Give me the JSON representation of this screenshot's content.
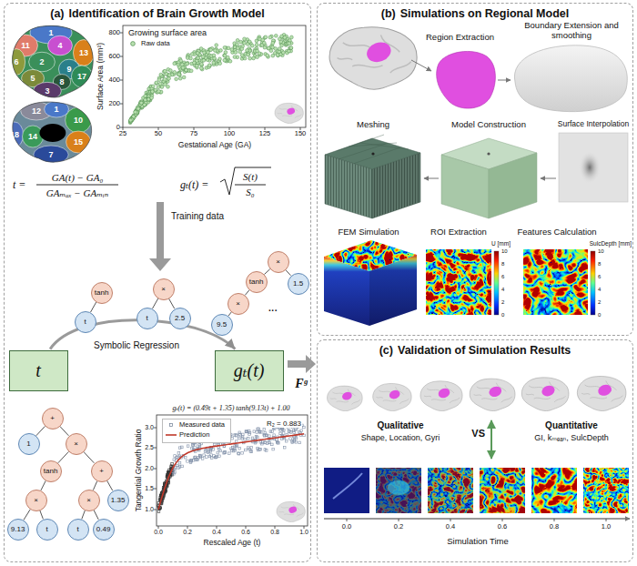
{
  "diagram": {
    "nodes": [
      {
        "text": [
          "(a)",
          "Identification of Brain Growth Model"
        ]
      },
      {
        "text": [
          "tanh"
        ],
        "in": 0
      },
      {
        "text": [
          "t"
        ],
        "in": 0
      },
      {
        "text": [
          "×"
        ],
        "in": 0
      },
      {
        "text": [
          "t"
        ],
        "in": 0
      },
      {
        "text": [
          "2.5"
        ],
        "in": 0
      },
      {
        "text": [
          "×"
        ],
        "in": 0
      },
      {
        "text": [
          "tanh"
        ],
        "in": 0
      },
      {
        "text": [
          "1.5"
        ],
        "in": 0
      },
      {
        "text": [
          "×"
        ],
        "in": 0
      },
      {
        "text": [
          "9.5"
        ],
        "in": 0
      },
      {
        "text": [
          "t"
        ],
        "in": 0
      },
      {
        "text": [
          "gₜ(t)"
        ],
        "in": 0
      },
      {
        "text": [
          "+"
        ],
        "in": 0
      },
      {
        "text": [
          "1"
        ],
        "in": 0
      },
      {
        "text": [
          "×"
        ],
        "in": 0
      },
      {
        "text": [
          "tanh"
        ],
        "in": 0
      },
      {
        "text": [
          "+"
        ],
        "in": 0
      },
      {
        "text": [
          "×"
        ],
        "in": 0
      },
      {
        "text": [
          "×"
        ],
        "in": 0
      },
      {
        "text": [
          "1.35"
        ],
        "in": 0
      },
      {
        "text": [
          "9.13"
        ],
        "in": 0
      },
      {
        "text": [
          "t"
        ],
        "in": 0
      },
      {
        "text": [
          "t"
        ],
        "in": 0
      },
      {
        "text": [
          "0.49"
        ],
        "in": 0
      },
      {
        "text": [
          "(b)",
          "Simulations on Regional Model"
        ]
      },
      {
        "text": [
          "(c)",
          "Validation of Simulation Results"
        ]
      }
    ],
    "edges": [
      {
        "from": 1,
        "to": 2,
        "arrow": "none"
      },
      {
        "from": 3,
        "to": 4,
        "arrow": "none"
      },
      {
        "from": 3,
        "to": 5,
        "arrow": "none"
      },
      {
        "from": 6,
        "to": 7,
        "arrow": "none"
      },
      {
        "from": 6,
        "to": 8,
        "arrow": "none"
      },
      {
        "from": 7,
        "to": 9,
        "arrow": "none"
      },
      {
        "from": 9,
        "to": 10,
        "arrow": "none"
      },
      {
        "from": 11,
        "to": 12,
        "arrow": "to"
      },
      {
        "from": 13,
        "to": 14,
        "arrow": "none"
      },
      {
        "from": 13,
        "to": 15,
        "arrow": "none"
      },
      {
        "from": 15,
        "to": 16,
        "arrow": "none"
      },
      {
        "from": 15,
        "to": 17,
        "arrow": "none"
      },
      {
        "from": 16,
        "to": 18,
        "arrow": "none"
      },
      {
        "from": 17,
        "to": 19,
        "arrow": "none"
      },
      {
        "from": 17,
        "to": 20,
        "arrow": "none"
      },
      {
        "from": 18,
        "to": 21,
        "arrow": "none"
      },
      {
        "from": 18,
        "to": 22,
        "arrow": "none"
      },
      {
        "from": 19,
        "to": 23,
        "arrow": "none"
      },
      {
        "from": 19,
        "to": 24,
        "arrow": "none"
      }
    ],
    "labels": [
      "1",
      "11",
      "4",
      "13",
      "6",
      "2",
      "9",
      "8",
      "5",
      "3",
      "17",
      "12",
      "1",
      "10",
      "18",
      "14",
      "15",
      "7",
      "Growing surface area",
      "Surface Area (mm²)",
      "Gestational Age (GA)",
      "0",
      "200",
      "400",
      "600",
      "800",
      "25",
      "50",
      "75",
      "100",
      "125",
      "150",
      "t =",
      "GA(t) − GA₀",
      "GAₘₐₓ − GAₘᵢₙ",
      "gₜ(t) =",
      "S(t)",
      "S₀",
      "Training data",
      "Symbolic Regression",
      "···",
      "Fᵍ",
      "gₜ(t) = (0.49t + 1.35) tanh(9.13t) + 1.00",
      "R₂ = 0.883",
      "Tangential Growth Ratio",
      "Rescaled Age (t)",
      "1.0",
      "1.5",
      "2.0",
      "2.5",
      "3.0",
      "0.0",
      "0.2",
      "0.4",
      "0.6",
      "0.8",
      "1.0",
      "Region Extraction",
      "Boundary Extension and smoothing",
      "Meshing",
      "Model Construction",
      "Surface Interpolation",
      "FEM Simulation",
      "ROI Extraction",
      "Features Calculation",
      "U [mm]",
      "10",
      "8",
      "6",
      "4",
      "2",
      "0",
      "SulcDepth [mm]",
      "10",
      "8",
      "6",
      "4",
      "2",
      "0",
      "Qualitative",
      "Shape, Location, Gyri",
      "VS",
      "Quantitative",
      "GI, kₘₑₐₙ, SulcDepth",
      "0.0",
      "0.2",
      "0.4",
      "0.6",
      "0.8",
      "1.0",
      "Simulation Time"
    ],
    "legend": [
      {
        "text": "Raw data"
      },
      {
        "text": "Measured data"
      },
      {
        "text": "Prediction"
      }
    ]
  }
}
